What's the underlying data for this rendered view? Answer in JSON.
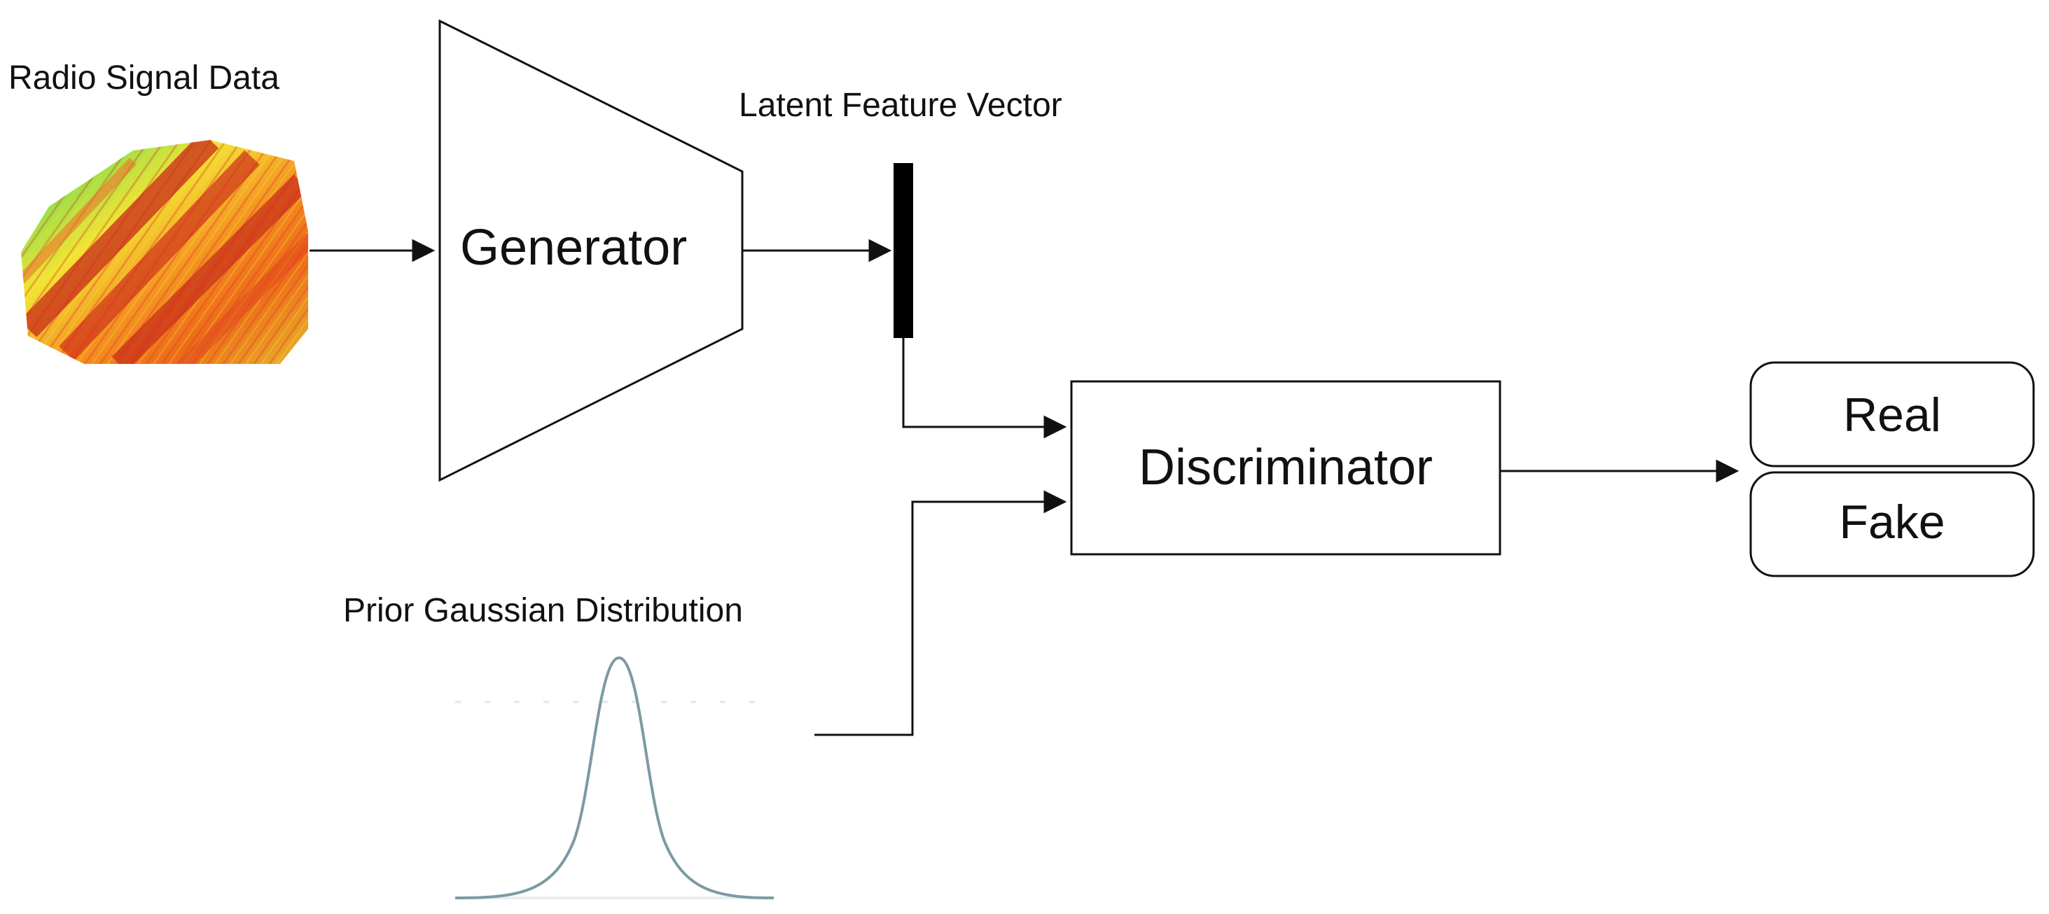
{
  "diagram": {
    "input": {
      "label": "Radio Signal Data"
    },
    "generator": {
      "label": "Generator"
    },
    "latent": {
      "label": "Latent Feature Vector"
    },
    "prior": {
      "label": "Prior Gaussian Distribution"
    },
    "discriminator": {
      "label": "Discriminator"
    },
    "outputs": {
      "real": "Real",
      "fake": "Fake"
    }
  }
}
